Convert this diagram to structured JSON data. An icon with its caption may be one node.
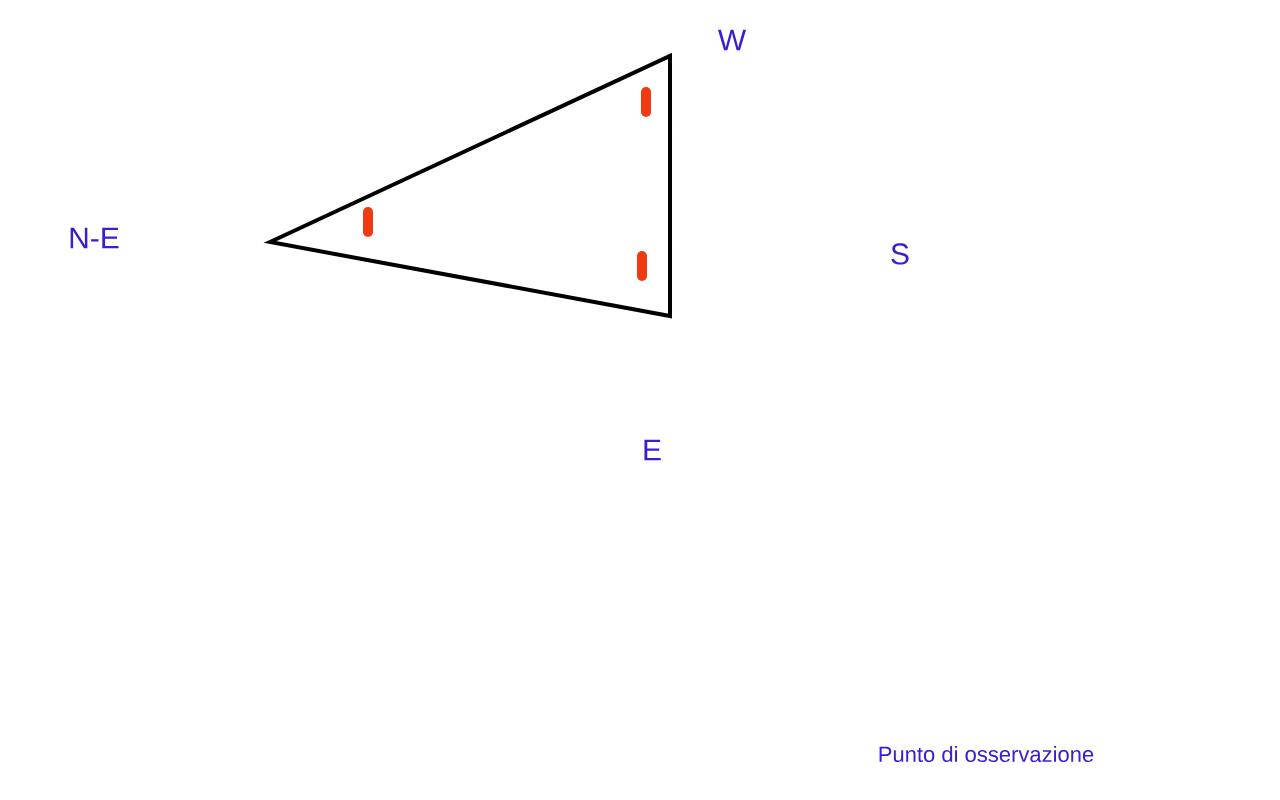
{
  "diagram": {
    "labels": [
      "W",
      "N-E",
      "S",
      "E",
      "Punto di osservazione"
    ]
  }
}
